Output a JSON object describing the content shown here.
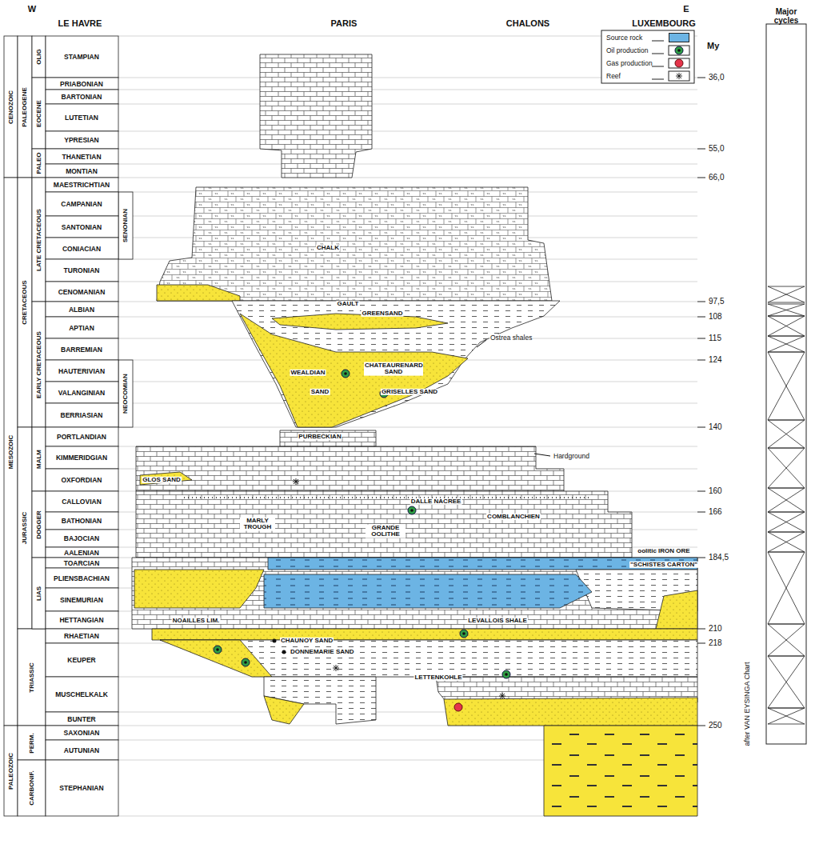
{
  "diagram": {
    "labels": [
      "W",
      "LE HAVRE",
      "PARIS",
      "CHALONS",
      "E",
      "LUXEMBOURG",
      "My",
      "Major cycles",
      "CENOZOIC",
      "MESOZOIC",
      "PALEOZOIC",
      "PALEOGENE",
      "CRETACEOUS",
      "JURASSIC",
      "TRIASSIC",
      "PERM.",
      "CARBONIF.",
      "OLIG",
      "EOCENE",
      "PALEO",
      "LATE CRETACEOUS",
      "EARLY CRETACEOUS",
      "MALM",
      "DOGGER",
      "LIAS",
      "SENONIAN",
      "NEOCOMIAN",
      "STAMPIAN",
      "PRIABONIAN",
      "BARTONIAN",
      "LUTETIAN",
      "YPRESIAN",
      "THANETIAN",
      "MONTIAN",
      "MAESTRICHTIAN",
      "CAMPANIAN",
      "SANTONIAN",
      "CONIACIAN",
      "TURONIAN",
      "CENOMANIAN",
      "ALBIAN",
      "APTIAN",
      "BARREMIAN",
      "HAUTERIVIAN",
      "VALANGINIAN",
      "BERRIASIAN",
      "PORTLANDIAN",
      "KIMMERIDGIAN",
      "OXFORDIAN",
      "CALLOVIAN",
      "BATHONIAN",
      "BAJOCIAN",
      "AALENIAN",
      "TOARCIAN",
      "PLIENSBACHIAN",
      "SINEMURIAN",
      "HETTANGIAN",
      "RHAETIAN",
      "KEUPER",
      "MUSCHELKALK",
      "BUNTER",
      "SAXONIAN",
      "AUTUNIAN",
      "STEPHANIAN",
      "36,0",
      "55,0",
      "66,0",
      "97,5",
      "108",
      "115",
      "124",
      "140",
      "160",
      "166",
      "184,5",
      "210",
      "218",
      "250",
      "CHALK",
      "GAULT",
      "GREENSAND",
      "Ostrea shales",
      "WEALDIAN",
      "CHATEAURENARD SAND",
      "SAND",
      "GRISELLES SAND",
      "PURBECKIAN",
      "Hardground",
      "GLOS SAND",
      "DALLE NACREE",
      "MARLY TROUGH",
      "GRANDE OOLITHE",
      "COMBLANCHIEN",
      "oolitic IRON ORE",
      "\"SCHISTES CARTON\"",
      "NOAILLES LIM.",
      "LEVALLOIS SHALE",
      "CHAUNOY SAND",
      "DONNEMARIE SAND",
      "LETTENKOHLE",
      "after VAN EYSINGA Chart"
    ],
    "legend": [
      {
        "text": "Source rock",
        "color": "#6cb4e4"
      },
      {
        "text": "Oil production"
      },
      {
        "text": "Gas production"
      },
      {
        "text": "Reef"
      }
    ]
  }
}
